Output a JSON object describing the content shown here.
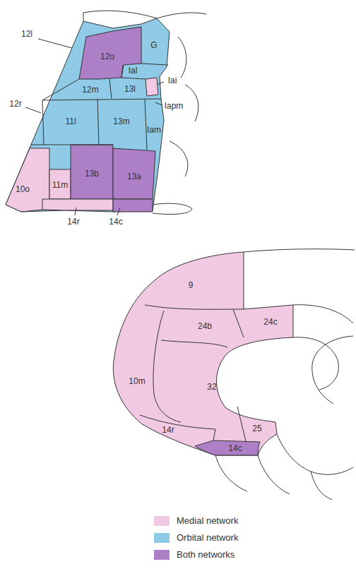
{
  "diagram": {
    "labels": [
      "12l",
      "12o",
      "G",
      "Ial",
      "Iai",
      "12m",
      "13l",
      "Iapm",
      "12r",
      "11l",
      "13m",
      "Iam",
      "10o",
      "11m",
      "13b",
      "13a",
      "14r",
      "14c",
      "9",
      "24c",
      "24b",
      "10m",
      "32",
      "14r",
      "25",
      "14c"
    ],
    "legend": [
      {
        "text": "Medial network",
        "color": "#f2c9e3"
      },
      {
        "text": "Orbital network",
        "color": "#8fcbe6"
      },
      {
        "text": "Both networks",
        "color": "#ad7fc7"
      }
    ]
  }
}
